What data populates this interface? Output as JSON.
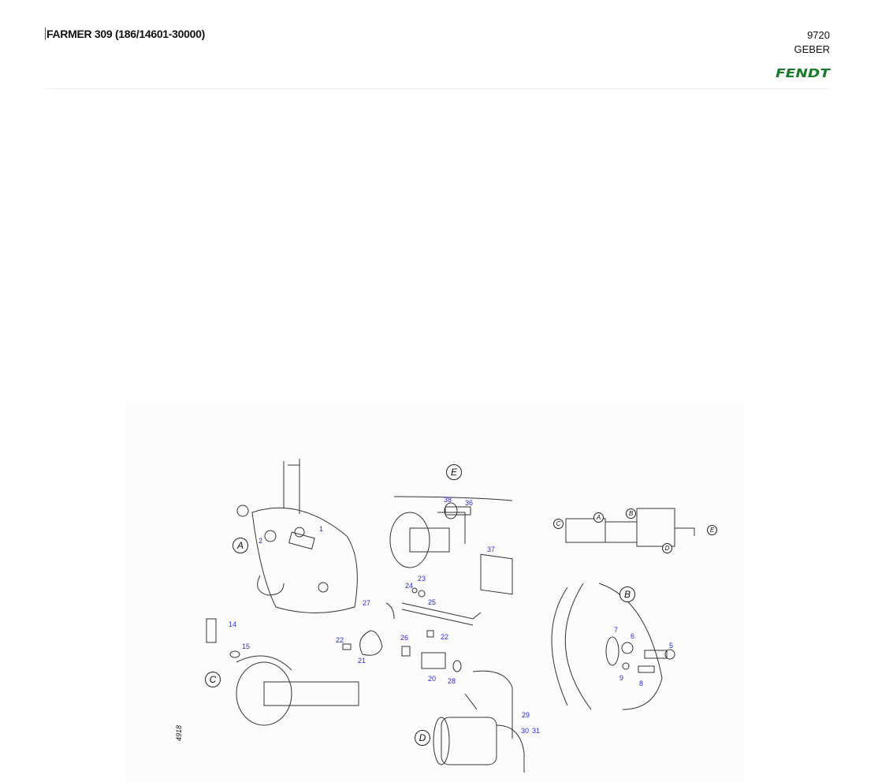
{
  "header": {
    "title": "FARMER 309 (186/14601-30000)",
    "code": "9720",
    "section": "GEBER",
    "brand_logo": "FENDT",
    "brand_color": "#1a7a2a"
  },
  "diagram": {
    "figure_number": "4918",
    "view_labels": [
      "A",
      "E",
      "C",
      "A",
      "B",
      "D",
      "E",
      "B",
      "C",
      "D"
    ],
    "callouts": [
      "1",
      "2",
      "38",
      "36",
      "37",
      "23",
      "24",
      "25",
      "27",
      "7",
      "6",
      "5",
      "22",
      "26",
      "22",
      "14",
      "15",
      "21",
      "20",
      "28",
      "9",
      "8",
      "29",
      "30",
      "31"
    ]
  }
}
